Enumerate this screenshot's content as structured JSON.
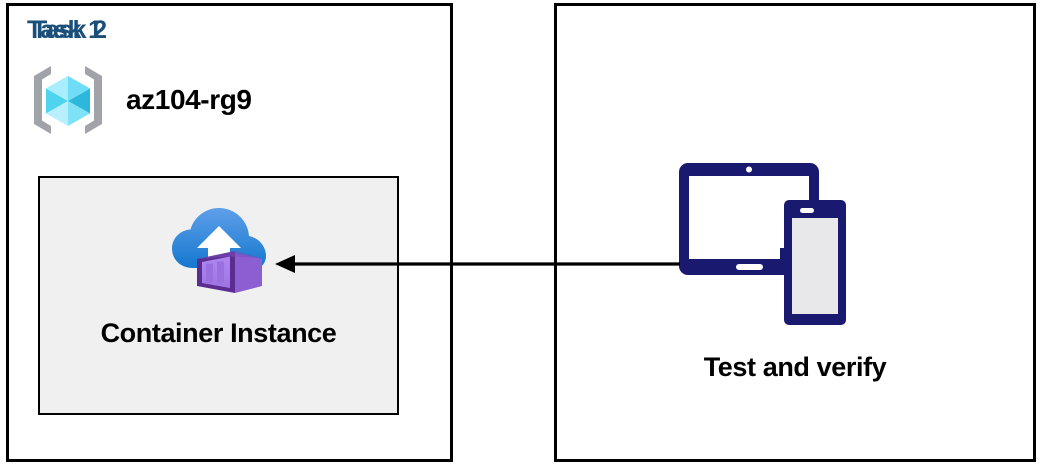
{
  "diagram": {
    "type": "architecture-task-diagram",
    "background_color": "#ffffff",
    "panels": [
      {
        "id": "task1",
        "title": "Task 1",
        "title_color": "#1A4F7A",
        "border_color": "#000000",
        "resource_group": {
          "name": "az104-rg9",
          "icon": "azure-resource-group-icon",
          "icon_colors": {
            "bracket": "#A0A4A8",
            "cube_light": "#9CEBFF",
            "cube_mid": "#50D9F5",
            "cube_dark": "#2BB8DC",
            "cube_face": "#B8F0FF"
          }
        },
        "resource": {
          "label": "Container Instance",
          "icon": "azure-container-instance-icon",
          "box_fill": "#F0F0F0",
          "box_border": "#000000",
          "icon_colors": {
            "cloud_top": "#5B9BE8",
            "cloud_bottom": "#1C7FD6",
            "arrow": "#FFFFFF",
            "container_face": "#A67FE8",
            "container_dark": "#5C2D91",
            "container_side": "#8B5FD0"
          }
        }
      },
      {
        "id": "task2",
        "title": "Task 2",
        "title_color": "#1A4F7A",
        "border_color": "#000000",
        "resource": {
          "label": "Test and verify",
          "icon": "tablet-and-phone-devices-icon",
          "icon_colors": {
            "outline": "#191970",
            "screen_gray": "#E8E8EA",
            "screen_white": "#FFFFFF"
          }
        }
      }
    ],
    "connector": {
      "name": "test-to-container-arrow",
      "direction": "right-to-left",
      "from": "Test and verify",
      "to": "Container Instance",
      "color": "#000000",
      "style": "solid"
    }
  }
}
